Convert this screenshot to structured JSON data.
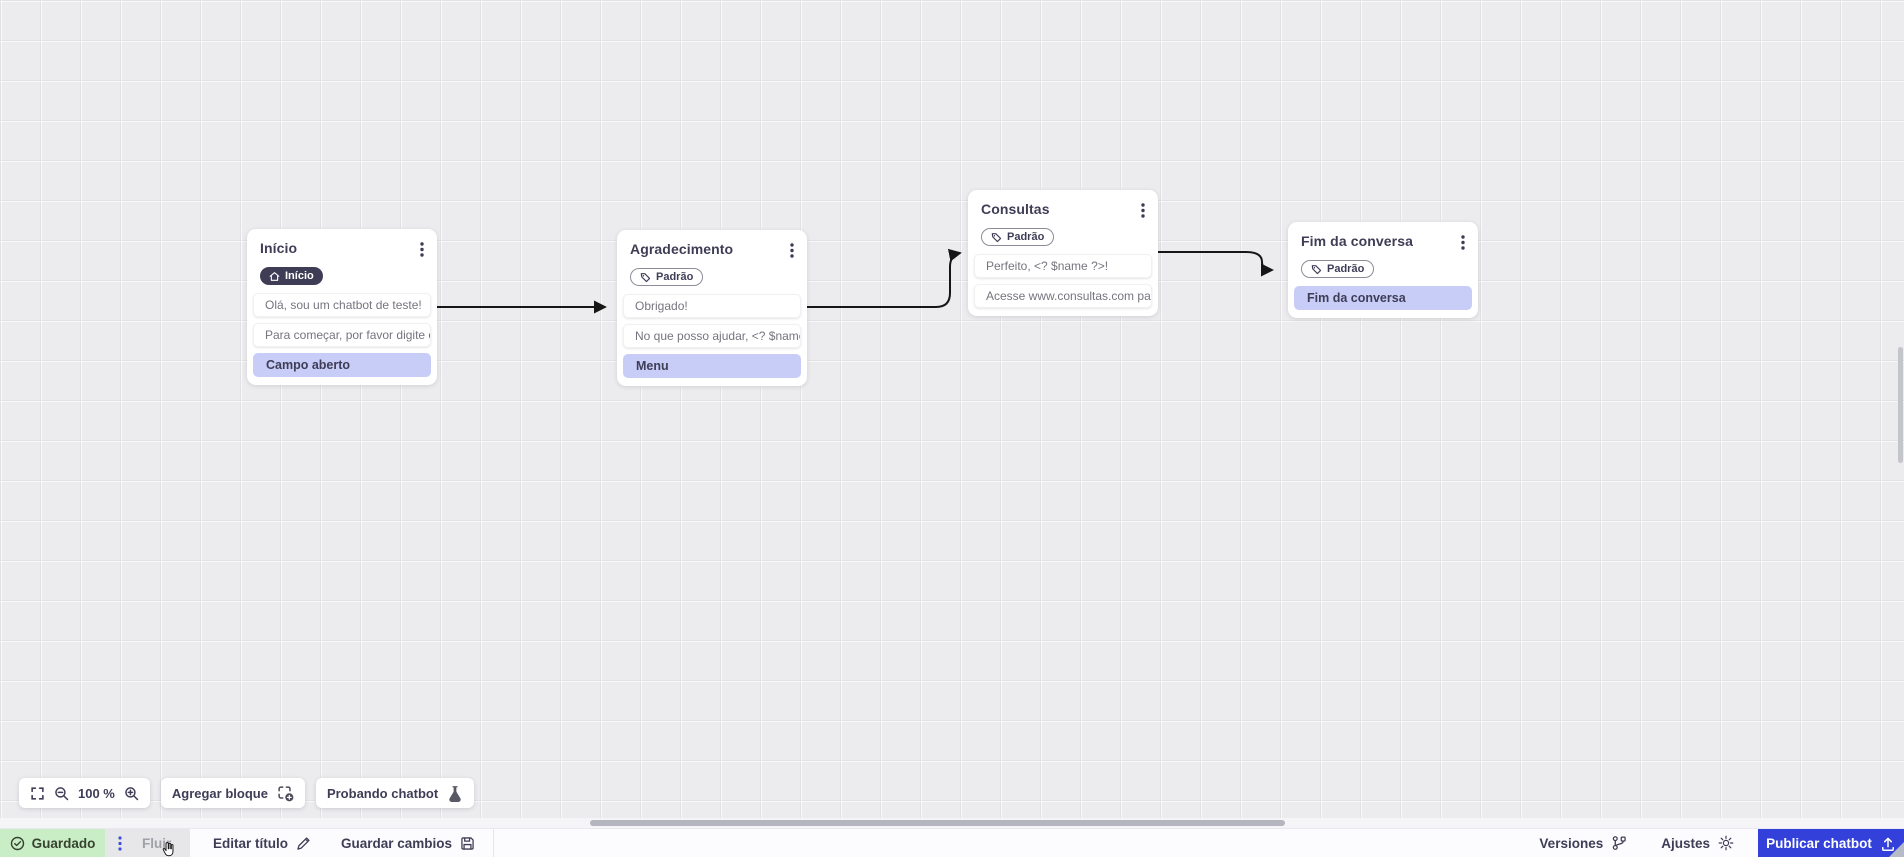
{
  "canvas": {
    "nodes": [
      {
        "title": "Início",
        "badge": "Início",
        "messages": [
          "Olá, sou um chatbot de teste!",
          "Para começar, por favor digite o ..."
        ],
        "action": "Campo aberto"
      },
      {
        "title": "Agradecimento",
        "badge": "Padrão",
        "messages": [
          "Obrigado!",
          "No que posso ajudar, <? $name ..."
        ],
        "action": "Menu"
      },
      {
        "title": "Consultas",
        "badge": "Padrão",
        "messages": [
          "Perfeito, <? $name ?>!",
          "Acesse www.consultas.com par..."
        ]
      },
      {
        "title": "Fim da conversa",
        "badge": "Padrão",
        "action": "Fim da conversa"
      }
    ]
  },
  "canvas_toolbar": {
    "zoom_level": "100 %",
    "add_block_label": "Agregar bloque",
    "test_chatbot_label": "Probando chatbot"
  },
  "bottom_bar": {
    "saved_status": "Guardado",
    "flow_tab": "Fluir",
    "edit_title": "Editar título",
    "save_changes": "Guardar cambios",
    "versions": "Versiones",
    "settings": "Ajustes",
    "publish": "Publicar chatbot"
  },
  "colors": {
    "accent_blue": "#3340d9",
    "saved_green_bg": "#c9eec5",
    "action_lavender": "#c7cdf7",
    "badge_dark": "#3f3d56",
    "connector_black": "#161616"
  }
}
